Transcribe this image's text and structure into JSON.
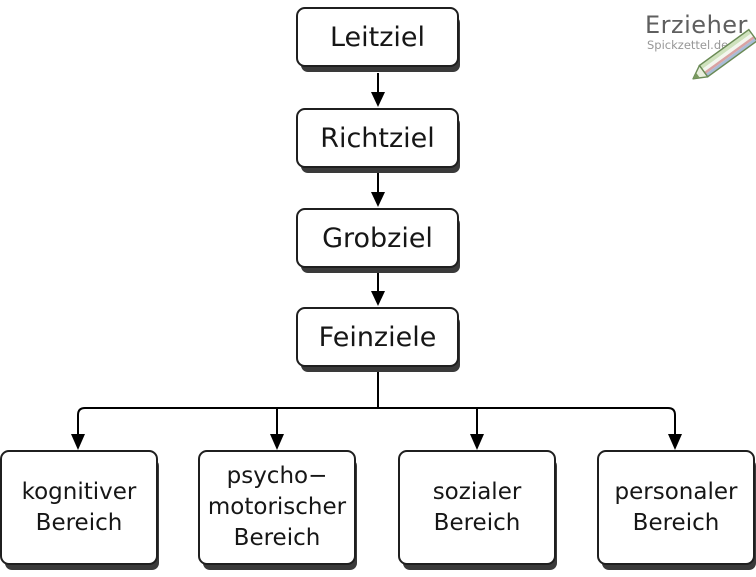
{
  "diagram": {
    "type": "flowchart",
    "background_color": "#ffffff",
    "box_fill_color": "#ffffff",
    "box_border_color": "#1f1f1f",
    "box_shadow_color": "#3a3a3a",
    "connector_color": "#000000",
    "text_color": "#161616",
    "chain": [
      {
        "id": "leitziel",
        "label": "Leitziel"
      },
      {
        "id": "richtziel",
        "label": "Richtziel"
      },
      {
        "id": "grobziel",
        "label": "Grobziel"
      },
      {
        "id": "feinziele",
        "label": "Feinziele"
      }
    ],
    "branches": [
      {
        "id": "kognitiver-bereich",
        "lines": [
          "kognitiver",
          "Bereich"
        ]
      },
      {
        "id": "psycho-motorischer-bereich",
        "lines": [
          "psycho−",
          "motorischer",
          "Bereich"
        ]
      },
      {
        "id": "sozialer-bereich",
        "lines": [
          "sozialer",
          "Bereich"
        ]
      },
      {
        "id": "personaler-bereich",
        "lines": [
          "personaler",
          "Bereich"
        ]
      }
    ]
  },
  "logo": {
    "title": "Erzieher",
    "subtitle": "Spickzettel.de",
    "title_color": "#5f5f5f",
    "subtitle_color": "#979797",
    "icon": "pencil-icon"
  }
}
